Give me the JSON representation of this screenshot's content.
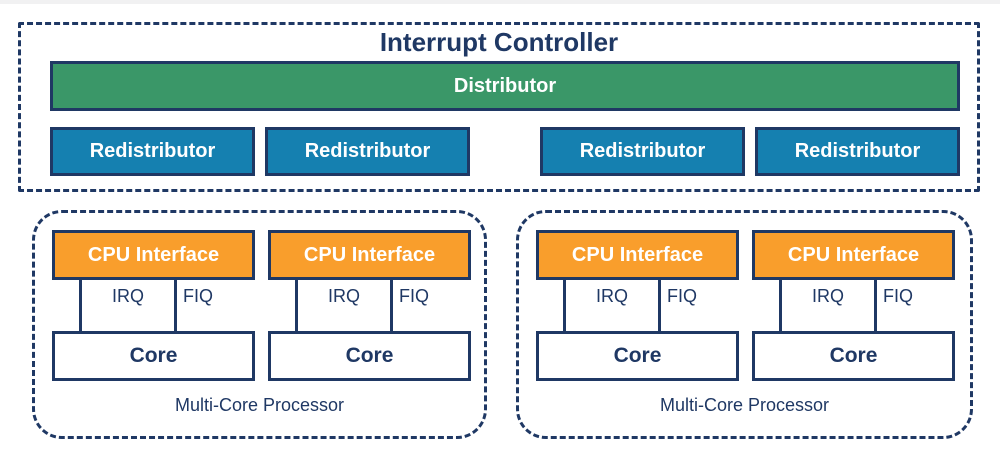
{
  "colors": {
    "navy": "#1f3864",
    "green": "#3a9768",
    "blue": "#1580b0",
    "orange": "#f99e2c",
    "box_text": "#ffffff",
    "background": "#ffffff",
    "top_strip": "#f1f1f2"
  },
  "interrupt_controller": {
    "title": "Interrupt Controller",
    "distributor": {
      "label": "Distributor"
    },
    "redistributors": [
      {
        "label": "Redistributor"
      },
      {
        "label": "Redistributor"
      },
      {
        "label": "Redistributor"
      },
      {
        "label": "Redistributor"
      }
    ]
  },
  "processors": [
    {
      "label": "Multi-Core Processor",
      "units": [
        {
          "cpu_interface": "CPU Interface",
          "irq": "IRQ",
          "fiq": "FIQ",
          "core": "Core"
        },
        {
          "cpu_interface": "CPU Interface",
          "irq": "IRQ",
          "fiq": "FIQ",
          "core": "Core"
        }
      ]
    },
    {
      "label": "Multi-Core Processor",
      "units": [
        {
          "cpu_interface": "CPU Interface",
          "irq": "IRQ",
          "fiq": "FIQ",
          "core": "Core"
        },
        {
          "cpu_interface": "CPU Interface",
          "irq": "IRQ",
          "fiq": "FIQ",
          "core": "Core"
        }
      ]
    }
  ]
}
